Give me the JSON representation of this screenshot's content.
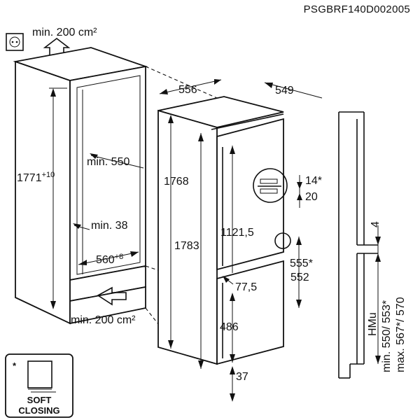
{
  "document_code": "PSGBRF140D002005",
  "ventilation_top": "min. 200 cm²",
  "ventilation_bottom": "min. 200 cm²",
  "niche": {
    "height": "1771",
    "height_tolerance": "+10",
    "depth": "min. 550",
    "gap": "min. 38",
    "width": "560",
    "width_tolerance": "+8"
  },
  "appliance": {
    "width": "556",
    "depth": "549",
    "height_body": "1768",
    "height_total": "1783",
    "upper_door": "1121,5",
    "lower_door": "486",
    "mid_gap": "77,5",
    "bottom": "37"
  },
  "hinge_detail": {
    "dim_a": "14*",
    "dim_b": "20"
  },
  "door_mount": {
    "dim_a": "555*",
    "dim_b": "552"
  },
  "side_view": {
    "gap": "4",
    "label_1": "HMu",
    "label_2": "min. 550/ 553*",
    "label_3": "max. 567*/ 570"
  },
  "badge": {
    "asterisk": "*",
    "line1": "SOFT",
    "line2": "CLOSING"
  }
}
